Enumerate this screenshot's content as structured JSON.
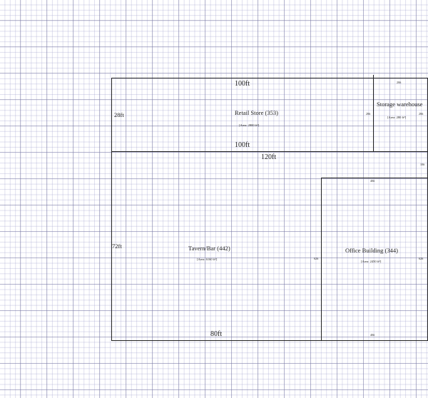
{
  "rooms": {
    "retail": {
      "name": "Retail Store (353)",
      "area": "[Area: 2800 ft²]",
      "top": "100ft",
      "bottom": "100ft",
      "left": "28ft"
    },
    "storage": {
      "name": "Storage warehouse",
      "area": "[Area: 280 ft²]",
      "top": "20ft",
      "left": "28ft",
      "right": "28ft"
    },
    "tavern": {
      "name": "Tavern/Bar (442)",
      "area": "[Area: 6160 ft²]",
      "top": "120ft",
      "bottom": "80ft",
      "left": "72ft",
      "right": "10ft"
    },
    "office": {
      "name": "Office Building (344)",
      "area": "[Area: 2450 ft²]",
      "top": "40ft",
      "bottom": "40ft",
      "left": "62ft",
      "right": "62ft"
    }
  }
}
